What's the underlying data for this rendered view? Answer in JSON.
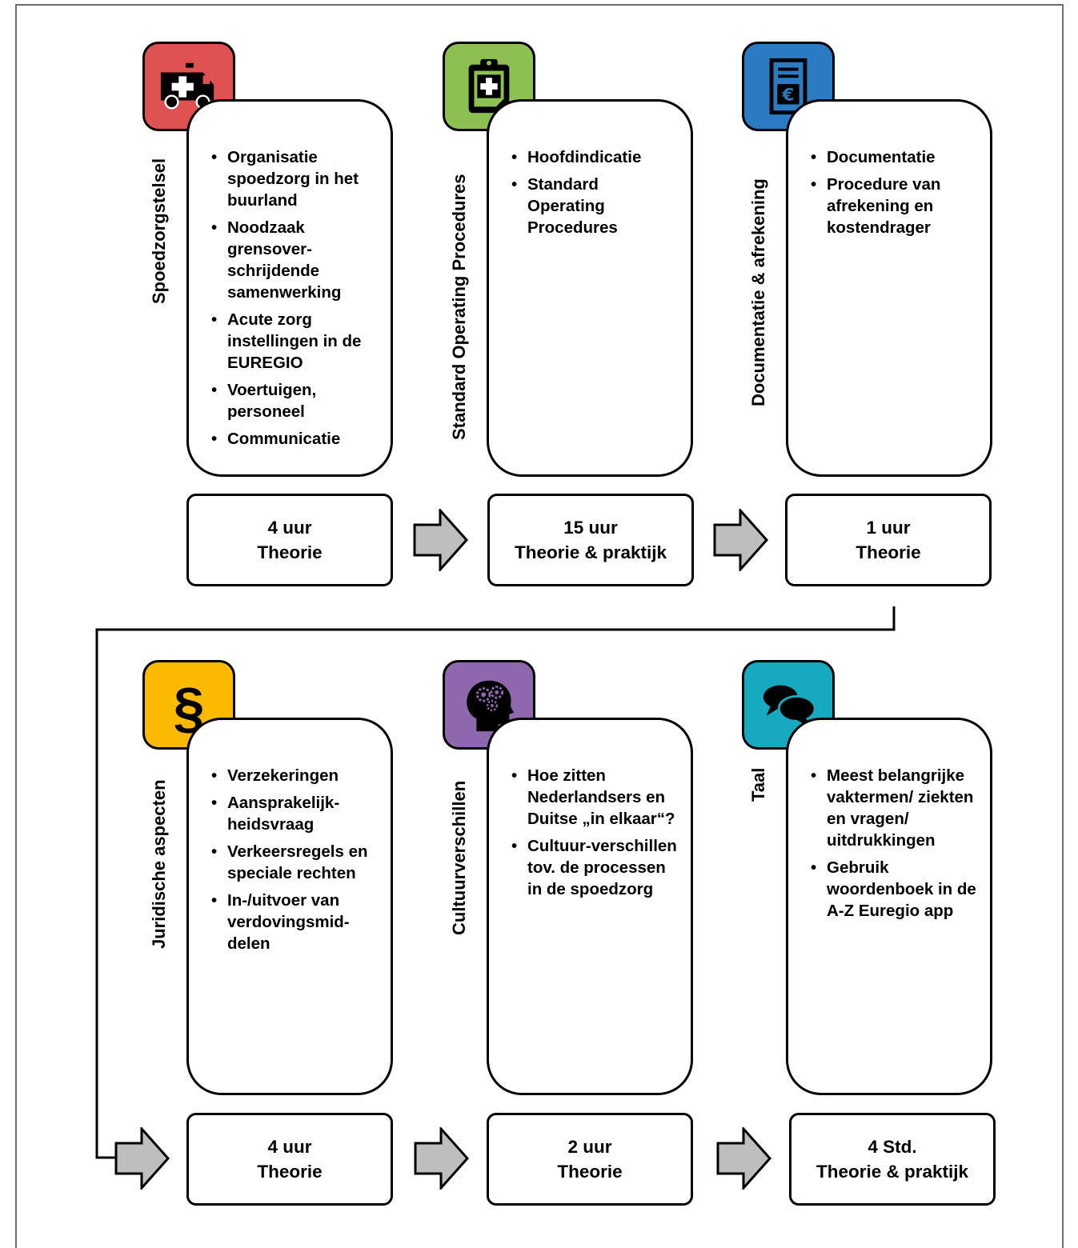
{
  "modules": [
    {
      "title": "Spoedzorgstelsel",
      "icon": "ambulance-icon",
      "color": "#e05252",
      "bullets": [
        "Organisatie spoedzorg in het buurland",
        "Noodzaak grensover-schrijdende samenwerking",
        "Acute zorg instellingen in de EUREGIO",
        "Voertuigen, personeel",
        "Communicatie"
      ],
      "duration_line1": "4 uur",
      "duration_line2": "Theorie"
    },
    {
      "title": "Standard Operating Procedures",
      "icon": "clipboard-plus-icon",
      "color": "#8cc152",
      "bullets": [
        "Hoofdindicatie",
        "Standard Operating Procedures"
      ],
      "duration_line1": "15 uur",
      "duration_line2": "Theorie & praktijk"
    },
    {
      "title": "Documentatie & afrekening",
      "icon": "euro-document-icon",
      "color": "#2b7bc3",
      "bullets": [
        "Documentatie",
        "Procedure van afrekening en kostendrager"
      ],
      "duration_line1": "1 uur",
      "duration_line2": "Theorie"
    },
    {
      "title": "Juridische aspecten",
      "icon": "paragraph-icon",
      "color": "#fbb900",
      "bullets": [
        "Verzekeringen",
        "Aansprakelijk-heidsvraag",
        "Verkeersregels en speciale rechten",
        "In-/uitvoer van verdovingsmid-delen"
      ],
      "duration_line1": "4 uur",
      "duration_line2": "Theorie"
    },
    {
      "title": "Cultuurverschillen",
      "icon": "head-gears-icon",
      "color": "#8e68ad",
      "bullets": [
        "Hoe zitten Nederlandsers en Duitse „in elkaar“?",
        "Cultuur-verschillen tov. de processen in de spoedzorg"
      ],
      "duration_line1": "2 uur",
      "duration_line2": "Theorie"
    },
    {
      "title": "Taal",
      "icon": "speech-bubbles-icon",
      "color": "#16a9bf",
      "bullets": [
        "Meest belangrijke vaktermen/ ziekten en vragen/ uitdrukkingen",
        "Gebruik woordenboek in de A-Z Euregio app"
      ],
      "duration_line1": "4 Std.",
      "duration_line2": "Theorie & praktijk"
    }
  ]
}
